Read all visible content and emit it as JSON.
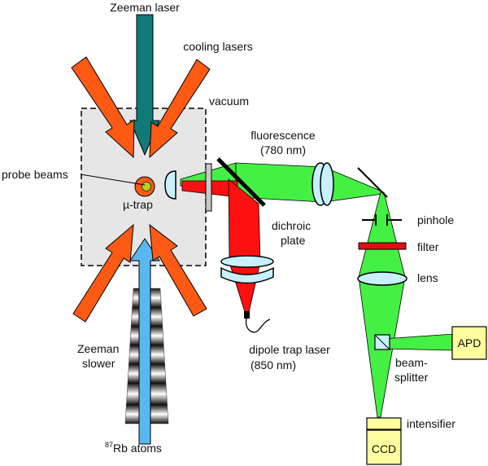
{
  "labels": {
    "zeeman_laser": "Zeeman laser",
    "cooling_lasers": "cooling lasers",
    "vacuum": "vacuum",
    "fluorescence": "fluorescence",
    "fluorescence_wavelength": "(780 nm)",
    "probe_beams": "probe beams",
    "mu_trap": "µ-trap",
    "dichroic_1": "dichroic",
    "dichroic_2": "plate",
    "pinhole": "pinhole",
    "filter": "filter",
    "lens": "lens",
    "apd": "APD",
    "beam_splitter_1": "beam-",
    "beam_splitter_2": "splitter",
    "intensifier": "intensifier",
    "ccd": "CCD",
    "zeeman_slower_1": "Zeeman",
    "zeeman_slower_2": "slower",
    "dipole_laser_1": "dipole trap laser",
    "dipole_laser_2": "(850 nm)",
    "rb_atoms_sup": "87",
    "rb_atoms": "Rb atoms"
  },
  "colors": {
    "zeeman_laser": "#117a78",
    "cooling": "#ff5a14",
    "fluorescence": "#44f044",
    "dipole": "#ff1010",
    "atoms": "#5ab8f0",
    "optic": "#c8f0ff",
    "detector": "#ffffa0",
    "vacuum": "#e6e6e6",
    "filter": "#e01010"
  }
}
